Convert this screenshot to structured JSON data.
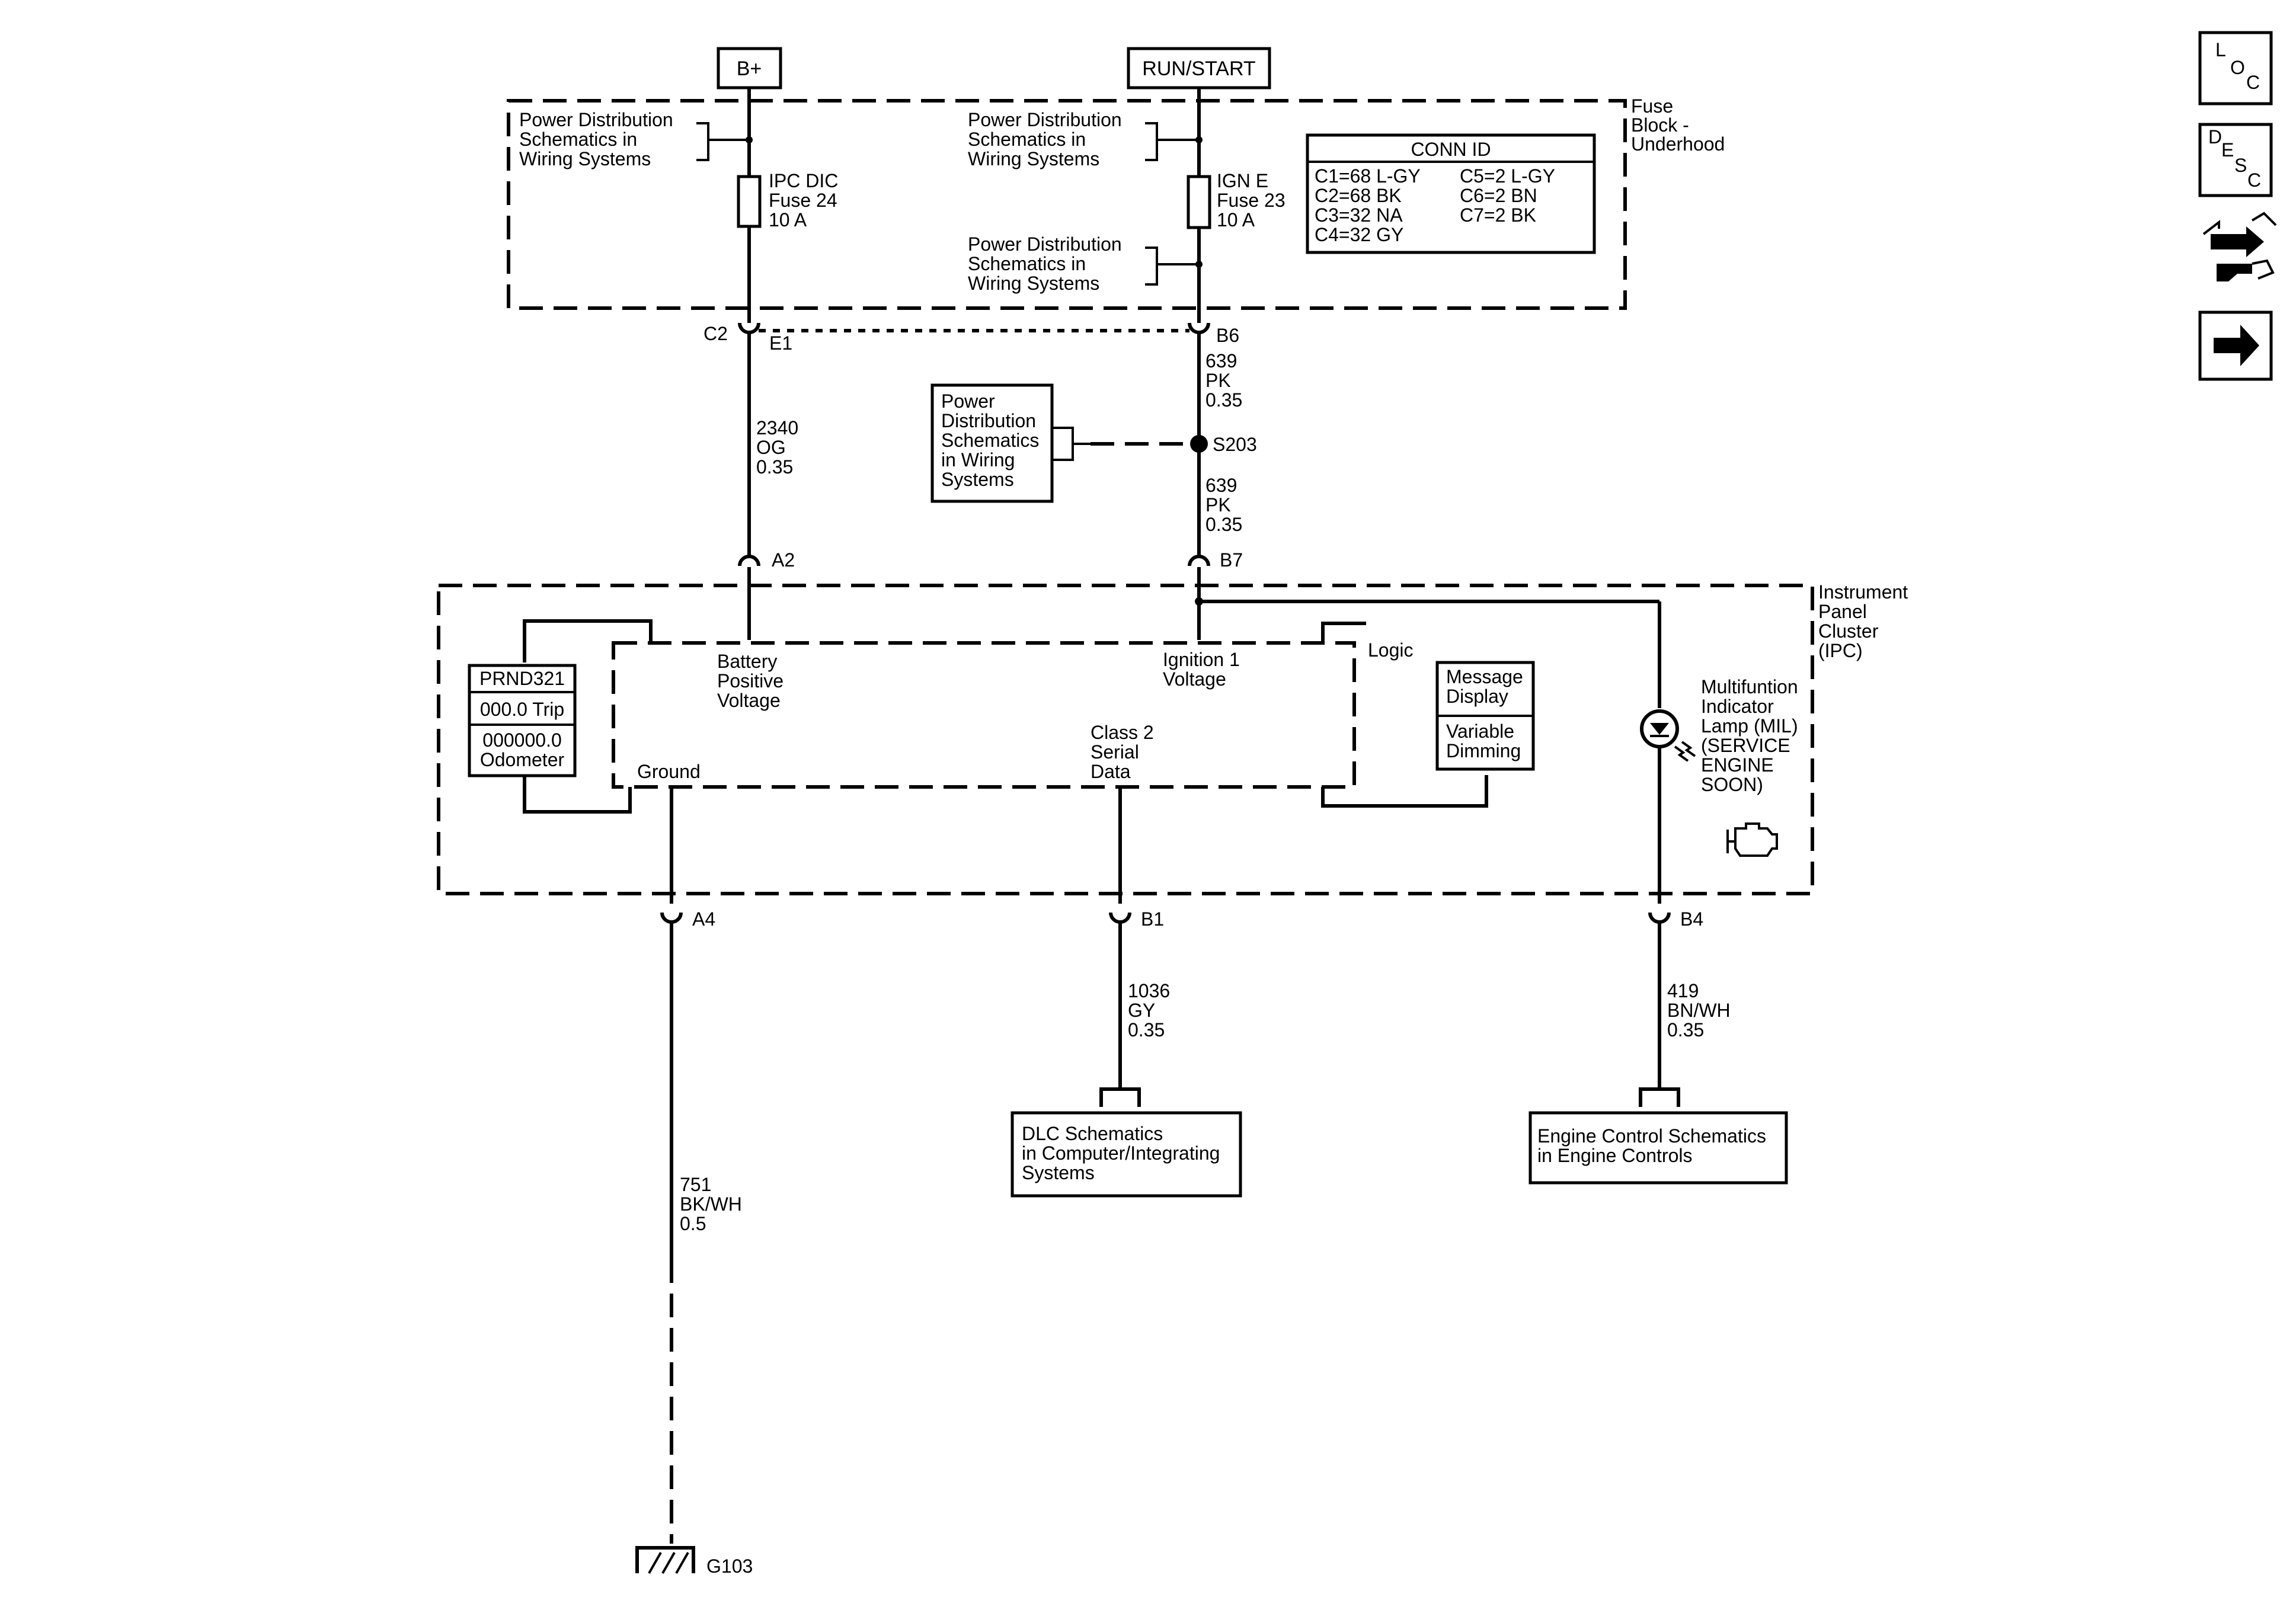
{
  "sources": {
    "battery": "B+",
    "ignition": "RUN/START"
  },
  "fuse_block": {
    "title": [
      "Fuse",
      "Block -",
      "Underhood"
    ],
    "pd_ref": [
      "Power Distribution",
      "Schematics in",
      "Wiring Systems"
    ],
    "fuse_left": [
      "IPC DIC",
      "Fuse 24",
      "10 A"
    ],
    "fuse_right": [
      "IGN E",
      "Fuse 23",
      "10 A"
    ],
    "conn_id": {
      "title": "CONN ID",
      "left": [
        "C1=68 L-GY",
        "C2=68 BK",
        "C3=32 NA",
        "C4=32 GY"
      ],
      "right": [
        "C5=2 L-GY",
        "C6=2 BN",
        "C7=2 BK"
      ]
    }
  },
  "connectors": {
    "c2": "C2",
    "e1": "E1",
    "b6": "B6",
    "a2": "A2",
    "b7": "B7",
    "a4": "A4",
    "b1": "B1",
    "b4": "B4",
    "s203": "S203",
    "g103": "G103"
  },
  "wires": {
    "w2340": [
      "2340",
      "OG",
      "0.35"
    ],
    "w639_top": [
      "639",
      "PK",
      "0.35"
    ],
    "w639_bottom": [
      "639",
      "PK",
      "0.35"
    ],
    "w751": [
      "751",
      "BK/WH",
      "0.5"
    ],
    "w1036": [
      "1036",
      "GY",
      "0.35"
    ],
    "w419": [
      "419",
      "BN/WH",
      "0.35"
    ]
  },
  "pd_splice_ref": [
    "Power",
    "Distribution",
    "Schematics",
    "in Wiring",
    "Systems"
  ],
  "ipc": {
    "title": [
      "Instrument",
      "Panel",
      "Cluster",
      "(IPC)"
    ],
    "battery_voltage": [
      "Battery",
      "Positive",
      "Voltage"
    ],
    "ignition_voltage": [
      "Ignition 1",
      "Voltage"
    ],
    "logic": "Logic",
    "class2": [
      "Class 2",
      "Serial",
      "Data"
    ],
    "ground": "Ground",
    "display": [
      "PRND321",
      "000.0 Trip",
      "000000.0",
      "Odometer"
    ],
    "message_display": [
      "Message",
      "Display"
    ],
    "variable_dimming": [
      "Variable",
      "Dimming"
    ],
    "mil": [
      "Multifuntion",
      "Indicator",
      "Lamp (MIL)",
      "(SERVICE",
      "ENGINE",
      "SOON)"
    ]
  },
  "refs": {
    "dlc": [
      "DLC Schematics",
      "in Computer/Integrating",
      "Systems"
    ],
    "engine": [
      "Engine Control Schematics",
      "in Engine Controls"
    ]
  },
  "nav": {
    "loc": [
      "L",
      "O",
      "C"
    ],
    "desc": [
      "D",
      "E",
      "S",
      "C"
    ],
    "icons": [
      "connector-swap-icon",
      "next-arrow-icon"
    ]
  }
}
